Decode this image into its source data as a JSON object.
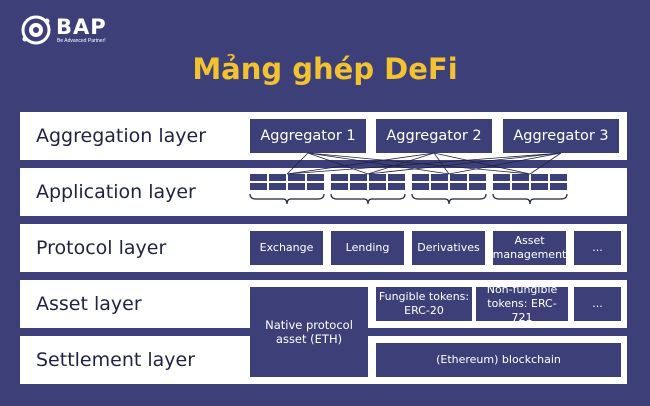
{
  "logo": {
    "name": "BAP",
    "tagline": "Be Advanced Partner!"
  },
  "title": "Mảng ghép DeFi",
  "layers": {
    "aggregation": {
      "label": "Aggregation layer",
      "items": [
        "Aggregator 1",
        "Aggregator 2",
        "Aggregator 3"
      ]
    },
    "application": {
      "label": "Application layer"
    },
    "protocol": {
      "label": "Protocol layer",
      "items": [
        "Exchange",
        "Lending",
        "Derivatives",
        "Asset management",
        "..."
      ]
    },
    "asset": {
      "label": "Asset layer",
      "items": [
        "Fungible tokens: ERC-20",
        "Non-fungible tokens: ERC-721",
        "..."
      ]
    },
    "settlement": {
      "label": "Settlement layer",
      "blockchain": "(Ethereum) blockchain"
    },
    "native_asset": "Native protocol asset (ETH)"
  },
  "colors": {
    "background": "#3d4078",
    "title": "#f2c230",
    "layer": "#ffffff",
    "box": "#3d4078"
  }
}
